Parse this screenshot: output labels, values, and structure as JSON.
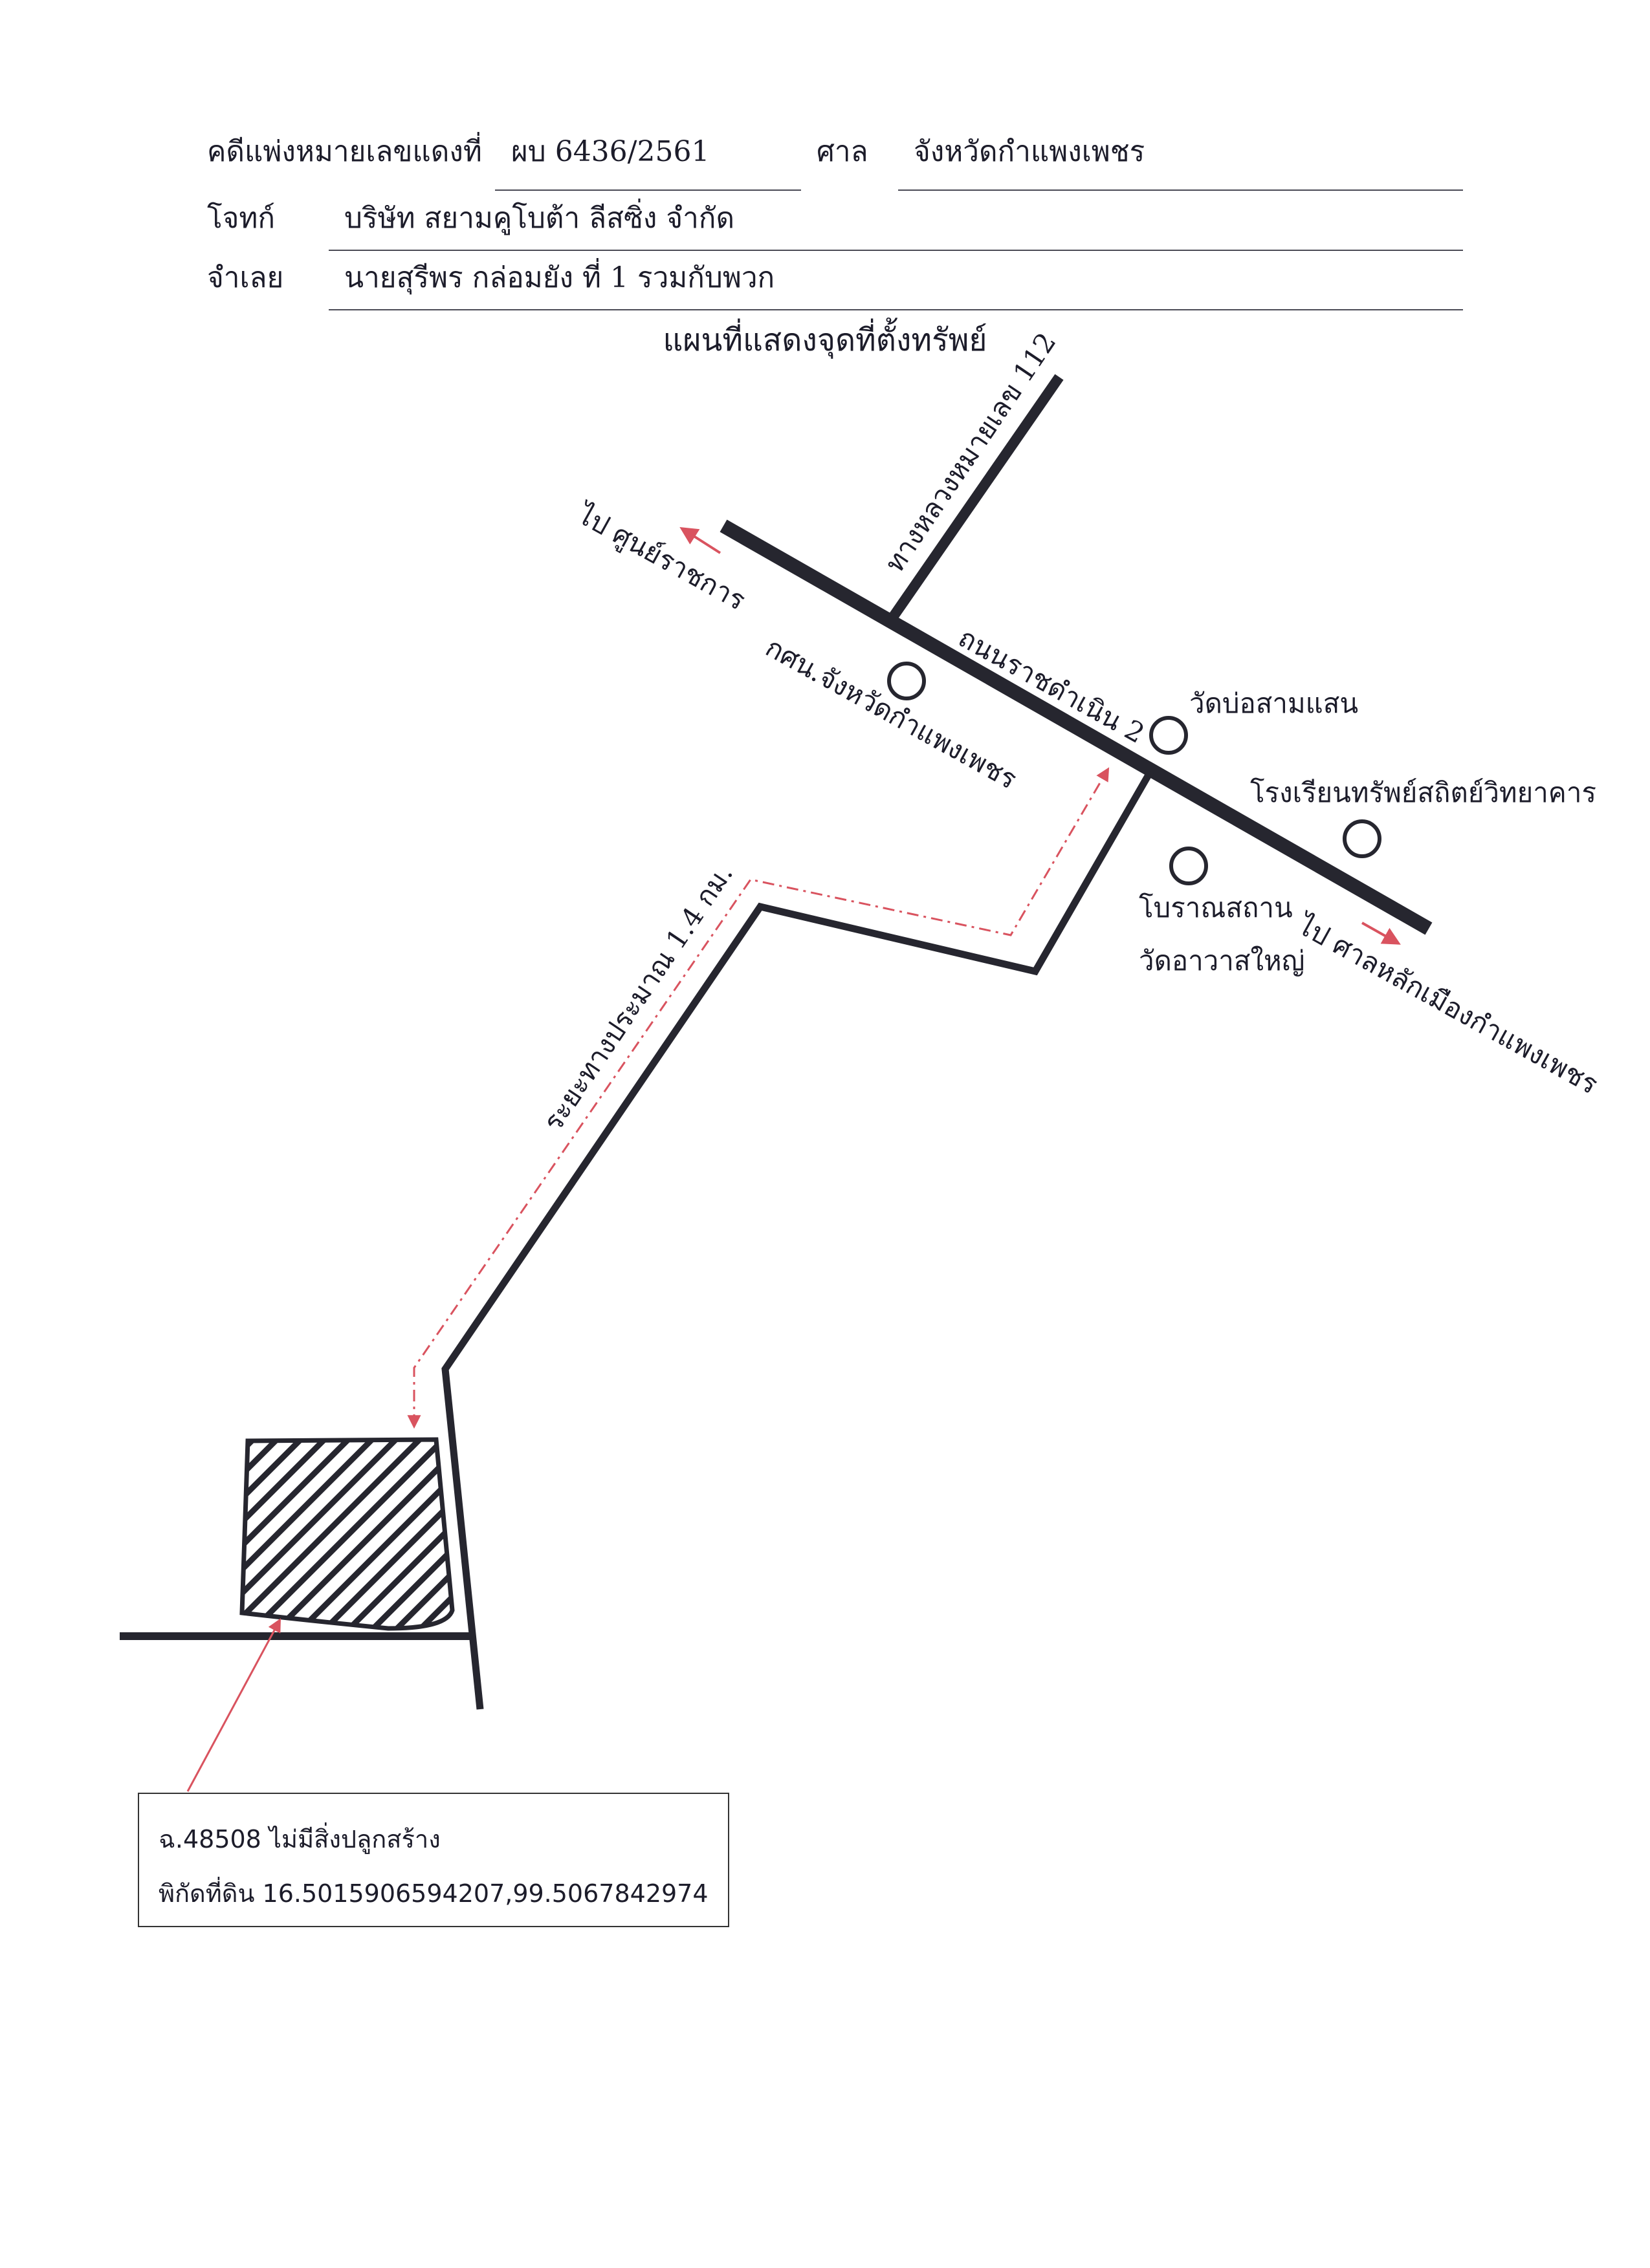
{
  "header": {
    "case_label": "คดีแพ่งหมายเลขแดงที่",
    "case_number": "ผบ 6436/2561",
    "court_label": "ศาล",
    "court_name": "จังหวัดกำแพงเพชร",
    "plaintiff_label": "โจทก์",
    "plaintiff_name": "บริษัท สยามคูโบต้า ลีสซิ่ง จำกัด",
    "defendant_label": "จำเลย",
    "defendant_name": "นายสุรีพร กล่อมยัง ที่ 1 รวมกับพวก"
  },
  "map": {
    "title": "แผนที่แสดงจุดที่ตั้งทรัพย์",
    "road_highway": "ทางหลวงหมายเลข 112",
    "road_main": "ถนนราชดำเนิน 2",
    "to_government_center": "ไป ศูนย์ราชการ",
    "to_city_pillar": "ไป ศาลหลักเมืองกำแพงเพชร",
    "landmark_nfe_office": "กศน.จังหวัดกำแพงเพชร",
    "landmark_wat_bo_sam_saen": "วัดบ่อสามแสน",
    "landmark_school": "โรงเรียนทรัพย์สถิตย์วิทยาคาร",
    "landmark_ancient_site_line1": "โบราณสถาน",
    "landmark_ancient_site_line2": "วัดอาวาสใหญ่",
    "distance": "ระยะทางประมาณ 1.4 กม.",
    "colors": {
      "road": "#26262f",
      "route": "#d9535f",
      "hatch": "#26262f"
    }
  },
  "legend": {
    "deed": "ฉ.48508 ไม่มีสิ่งปลูกสร้าง",
    "coordinates": "พิกัดที่ดิน 16.5015906594207,99.5067842974"
  }
}
